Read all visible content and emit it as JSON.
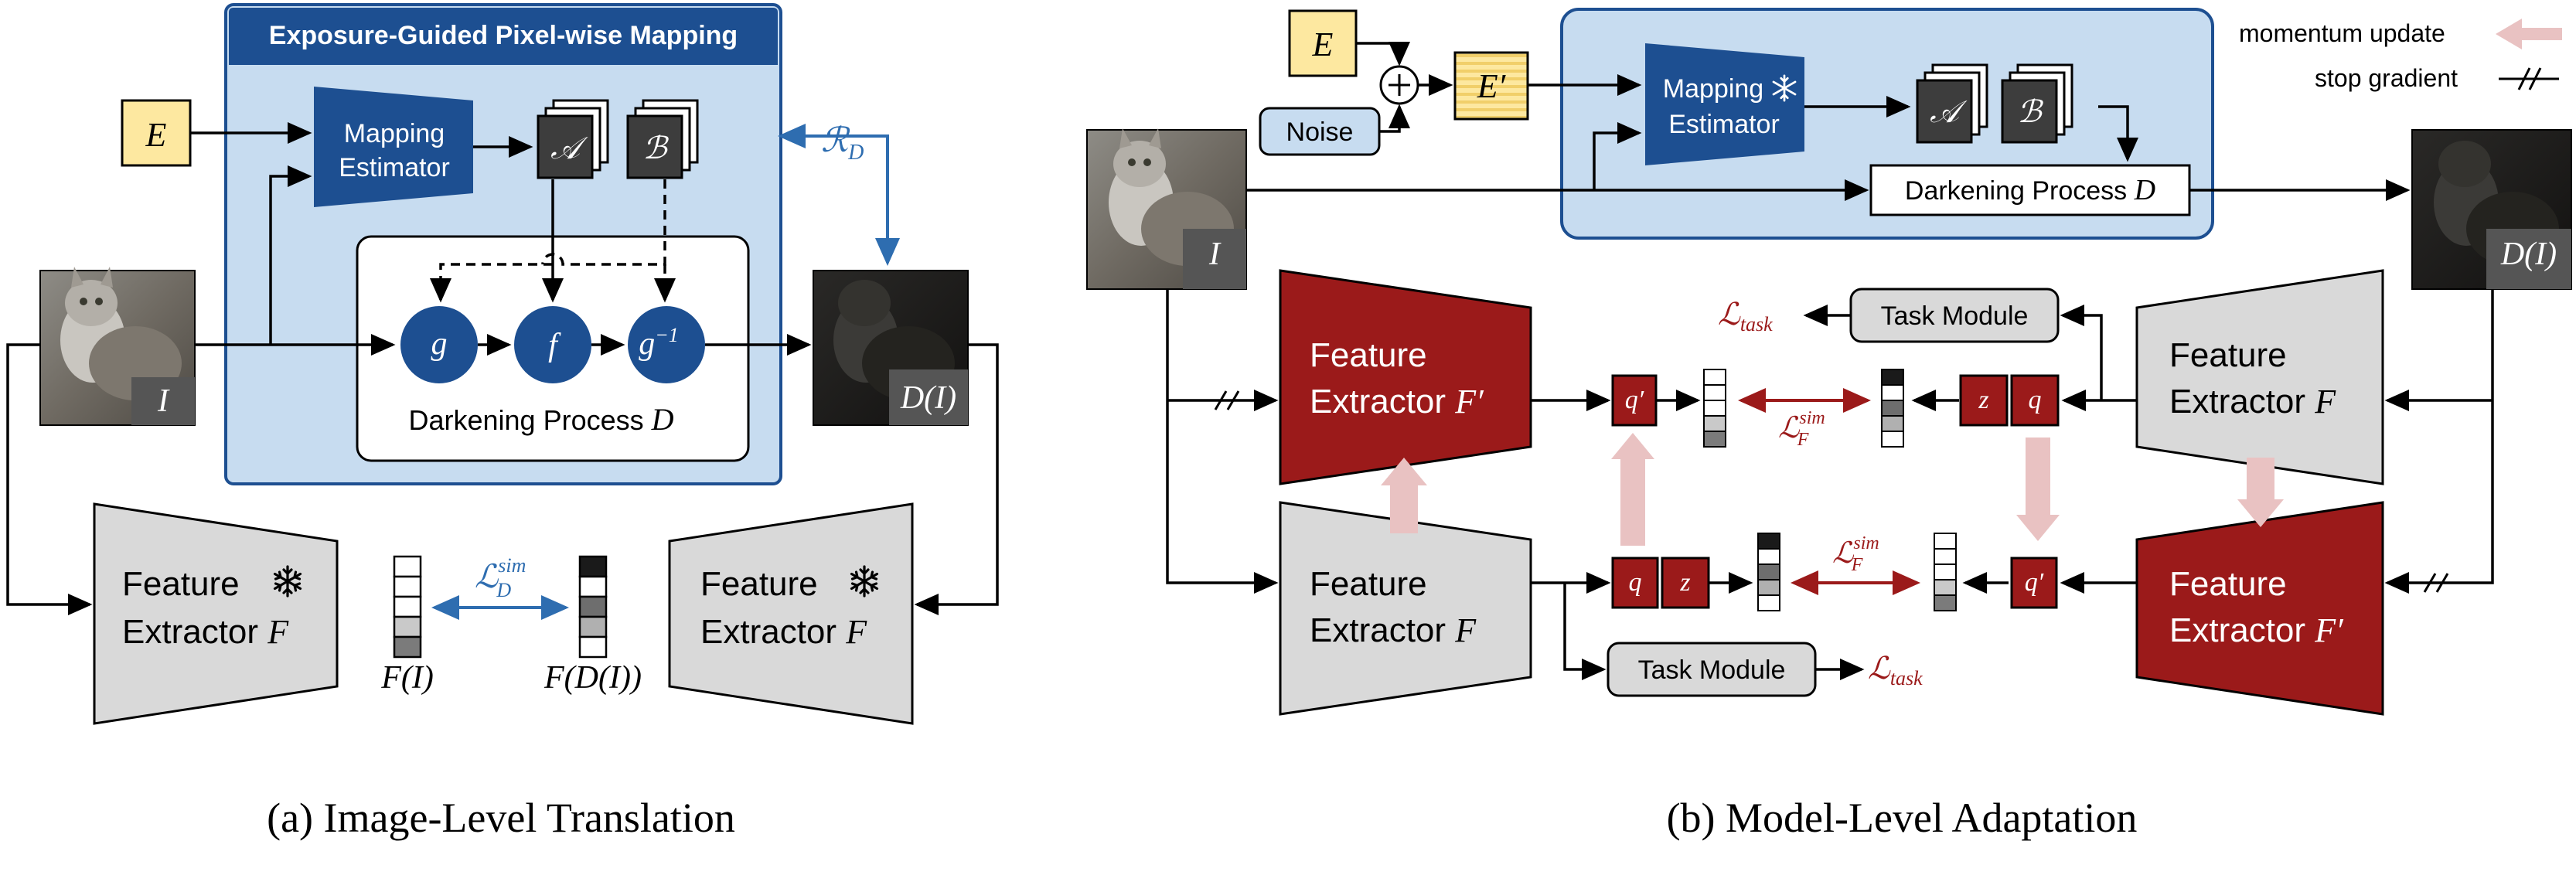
{
  "panel_a": {
    "box_title": "Exposure-Guided Pixel-wise Mapping",
    "e_label": "E",
    "mapping_estimator": [
      "Mapping",
      "Estimator"
    ],
    "a_label": "𝒜",
    "b_label": "ℬ",
    "g_label": "g",
    "f_label": "f",
    "ginv_label": "g",
    "ginv_sup": "−1",
    "darkening_text": "Darkening Process",
    "darkening_symbol": "D",
    "rd_label": "ℛ",
    "rd_sub": "D",
    "input_image_label": "I",
    "output_image_label": "D(I)",
    "feature_extractor_line1": "Feature",
    "feature_extractor_line2": "Extractor",
    "feature_extractor_symbol": "F",
    "loss_label": "ℒ",
    "loss_sub": "D",
    "loss_sup": "sim",
    "fi_label": "F(I)",
    "fdi_label": "F(D(I))",
    "caption": "(a) Image-Level Translation"
  },
  "panel_b": {
    "e_label": "E",
    "e_prime_label": "E′",
    "noise_label": "Noise",
    "mapping_estimator": [
      "Mapping",
      "Estimator"
    ],
    "a_label": "𝒜",
    "b_label": "ℬ",
    "darkening_text": "Darkening Process",
    "darkening_symbol": "D",
    "input_image_label": "I",
    "output_image_label": "D(I)",
    "feature_extractor_line1": "Feature",
    "feature_extractor_line2": "Extractor",
    "f_symbol": "F",
    "f_prime_symbol": "F′",
    "q_label": "q",
    "z_label": "z",
    "q_prime_label": "q′",
    "loss_label": "ℒ",
    "loss_sub": "F",
    "loss_sup": "sim",
    "task_module_label": "Task Module",
    "task_loss_label": "ℒ",
    "task_loss_sub": "task",
    "legend_momentum": "momentum update",
    "legend_stop_gradient": "stop gradient",
    "caption": "(b) Model-Level Adaptation"
  },
  "colors": {
    "light_blue_panel": "#c7dcf0",
    "dark_blue": "#1d4f91",
    "arrow_blue": "#2e6db0",
    "dark_red": "#9b1a1a",
    "pink_arrow": "#e9c2c2",
    "gray_shape": "#d9d9d9",
    "yellow_box": "#fde8a0"
  },
  "icons": [
    "snowflake-icon",
    "cat-image",
    "dark-cat-image"
  ]
}
